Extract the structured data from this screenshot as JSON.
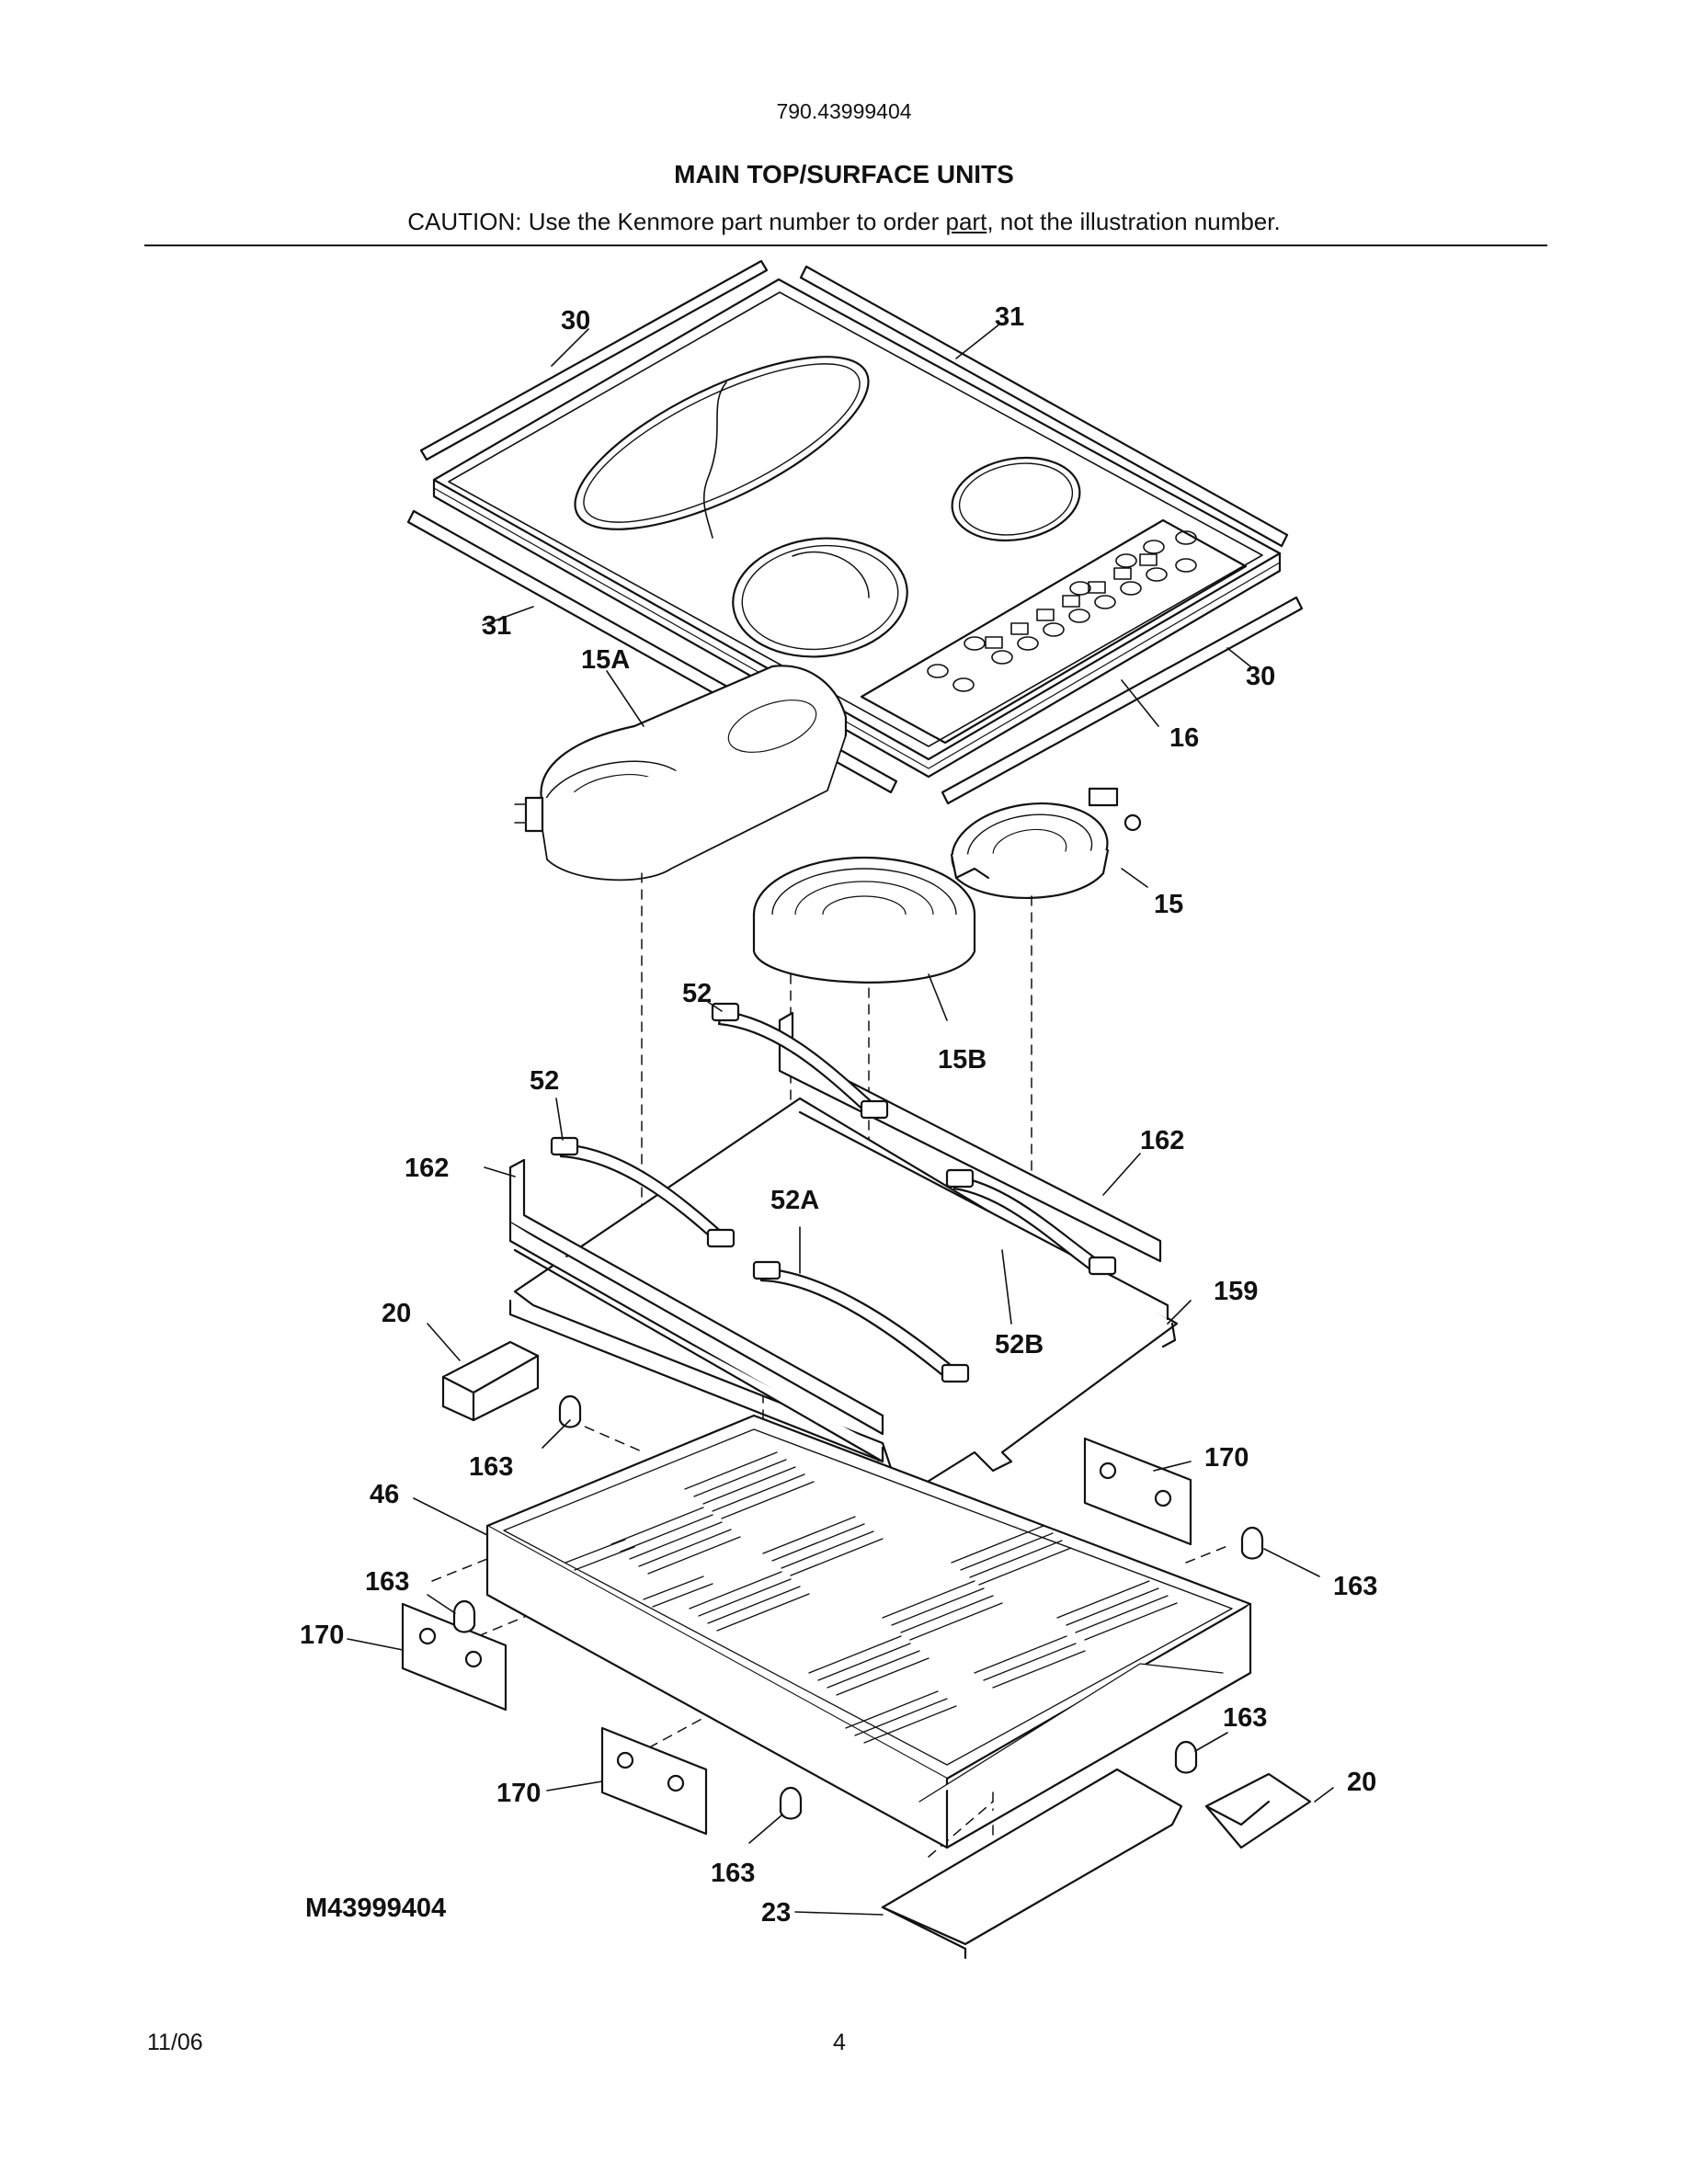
{
  "header": {
    "model_number": "790.43999404",
    "title": "MAIN TOP/SURFACE UNITS",
    "caution_prefix": "CAUTION: Use the Kenmore part number to order ",
    "caution_underlined": "part",
    "caution_suffix": ", not the illustration number."
  },
  "diagram": {
    "code": "M43999404",
    "callouts": [
      "30",
      "31",
      "31",
      "15A",
      "30",
      "16",
      "15",
      "52",
      "15B",
      "52",
      "162",
      "162",
      "52A",
      "159",
      "20",
      "52B",
      "163",
      "170",
      "46",
      "163",
      "163",
      "170",
      "163",
      "170",
      "20",
      "163",
      "23"
    ]
  },
  "footer": {
    "date": "11/06",
    "page": "4"
  }
}
